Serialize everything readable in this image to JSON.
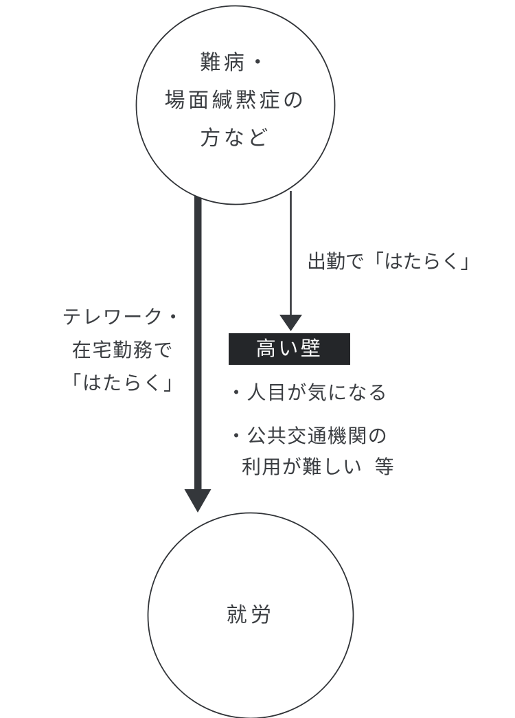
{
  "diagram": {
    "top_circle": {
      "line1": "難病・",
      "line2": "場面緘黙症の",
      "line3": "方など"
    },
    "left_arrow": {
      "line1": "テレワーク・",
      "line2": "在宅勤務で",
      "line3": "「はたらく」"
    },
    "right_arrow": {
      "label": "出勤で「はたらく」"
    },
    "barrier": {
      "title": "高い壁",
      "item1": "・人目が気になる",
      "item2": "・公共交通機関の",
      "item3": "利用が難しい 等"
    },
    "bottom_circle": {
      "label": "就労"
    },
    "colors": {
      "background": "#ffffff",
      "line": "#313438",
      "text": "#3b3e42",
      "barrier_bg": "#242629",
      "barrier_text": "#fafafa"
    }
  }
}
